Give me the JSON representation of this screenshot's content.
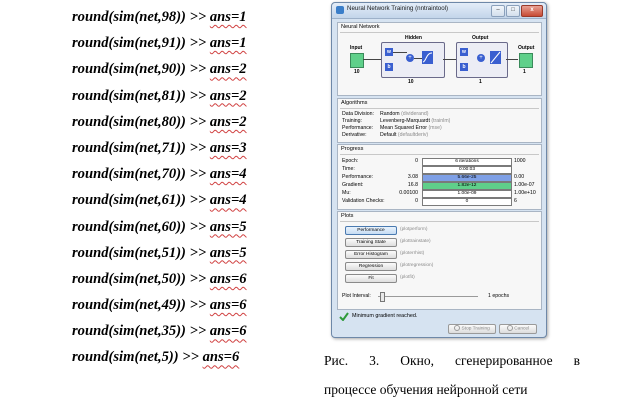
{
  "code_lines": [
    {
      "cmd": "round(sim(net,98))",
      "sep": " >> ",
      "ans": "ans=1"
    },
    {
      "cmd": "round(sim(net,91))",
      "sep": " >> ",
      "ans": "ans=1"
    },
    {
      "cmd": "round(sim(net,90))",
      "sep": " >> ",
      "ans": "ans=2"
    },
    {
      "cmd": "round(sim(net,81))",
      "sep": " >> ",
      "ans": "ans=2"
    },
    {
      "cmd": "round(sim(net,80))",
      "sep": " >> ",
      "ans": "ans=2"
    },
    {
      "cmd": "round(sim(net,71))",
      "sep": " >> ",
      "ans": "ans=3"
    },
    {
      "cmd": "round(sim(net,70))",
      "sep": " >> ",
      "ans": "ans=4"
    },
    {
      "cmd": "round(sim(net,61))",
      "sep": " >> ",
      "ans": "ans=4"
    },
    {
      "cmd": "round(sim(net,60))",
      "sep": " >> ",
      "ans": "ans=5"
    },
    {
      "cmd": "round(sim(net,51))",
      "sep": " >> ",
      "ans": "ans=5"
    },
    {
      "cmd": "round(sim(net,50))",
      "sep": " >> ",
      "ans": "ans=6"
    },
    {
      "cmd": "round(sim(net,49))",
      "sep": " >> ",
      "ans": "ans=6"
    },
    {
      "cmd": "round(sim(net,35))",
      "sep": " >> ",
      "ans": "ans=6"
    },
    {
      "cmd": "round(sim(net,5))",
      "sep": " >> ",
      "ans": "ans=6"
    }
  ],
  "caption": {
    "line1": "Рис. 3. Окно, сгенерированное в",
    "line2": "процессе обучения нейронной сети"
  },
  "window": {
    "title": "Neural Network Training (nntraintool)",
    "buttons": {
      "minimize": "–",
      "maximize": "□",
      "close": "x"
    },
    "network": {
      "section": "Neural Network",
      "input_label": "Input",
      "input_size": "10",
      "hidden_label": "Hidden",
      "hidden_size": "10",
      "output_layer_label": "Output",
      "output_layer_size": "1",
      "output_label": "Output",
      "output_size": "1",
      "w": "w",
      "b": "b",
      "plus": "+"
    },
    "algorithms": {
      "section": "Algorithms",
      "rows": [
        {
          "key": "Data Division:",
          "value": "Random",
          "fn": "(dividerand)"
        },
        {
          "key": "Training:",
          "value": "Levenberg-Marquardt",
          "fn": "(trainlm)"
        },
        {
          "key": "Performance:",
          "value": "Mean Squared Error",
          "fn": "(mse)"
        },
        {
          "key": "Derivative:",
          "value": "Default",
          "fn": "(defaultderiv)"
        }
      ]
    },
    "progress": {
      "section": "Progress",
      "rows": [
        {
          "label": "Epoch:",
          "min": "0",
          "bar_text": "6 iterations",
          "max": "1000",
          "fill": 1.0,
          "color": "#ffffff"
        },
        {
          "label": "Time:",
          "min": "",
          "bar_text": "0:00:03",
          "max": "",
          "fill": 1.0,
          "color": "#ffffff"
        },
        {
          "label": "Performance:",
          "min": "3.08",
          "bar_text": "5.66e-25",
          "max": "0.00",
          "fill": 1.0,
          "color": "#7fa0e6"
        },
        {
          "label": "Gradient:",
          "min": "16.8",
          "bar_text": "1.82e-12",
          "max": "1.00e-07",
          "fill": 1.0,
          "color": "#5fcf8a"
        },
        {
          "label": "Mu:",
          "min": "0.00100",
          "bar_text": "1.00e-09",
          "max": "1.00e+10",
          "fill": 1.0,
          "color": "#ffffff"
        },
        {
          "label": "Validation Checks:",
          "min": "0",
          "bar_text": "0",
          "max": "6",
          "fill": 1.0,
          "color": "#ffffff"
        }
      ]
    },
    "plots": {
      "section": "Plots",
      "buttons": [
        {
          "label": "Performance",
          "fn": "(plotperform)"
        },
        {
          "label": "Training State",
          "fn": "(plottrainstate)"
        },
        {
          "label": "Error Histogram",
          "fn": "(ploterrhist)"
        },
        {
          "label": "Regression",
          "fn": "(plotregression)"
        },
        {
          "label": "Fit",
          "fn": "(plotfit)"
        }
      ],
      "interval_label": "Plot Interval:",
      "interval_value": "1 epochs"
    },
    "status_text": "Minimum gradient reached.",
    "stop_label": "Stop Training",
    "cancel_label": "Cancel"
  }
}
